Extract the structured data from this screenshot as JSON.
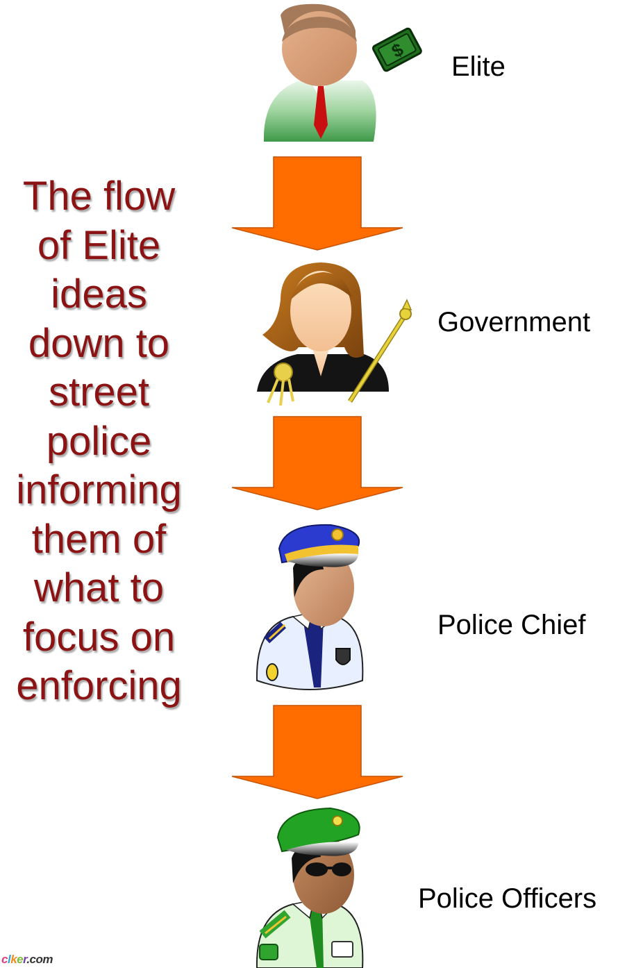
{
  "caption": {
    "lines": [
      "The flow",
      "of Elite",
      "ideas",
      "down to",
      "street",
      "police",
      "informing",
      "them of",
      "what to",
      "focus on",
      "enforcing"
    ],
    "color": "#8b1313"
  },
  "levels": [
    {
      "label": "Elite",
      "icon": "businessman-with-money-icon"
    },
    {
      "label": "Government",
      "icon": "woman-with-scepter-icon"
    },
    {
      "label": "Police Chief",
      "icon": "police-chief-icon"
    },
    {
      "label": "Police Officers",
      "icon": "police-officer-icon"
    }
  ],
  "arrow_color": "#ff6d00",
  "watermark": "clker.com"
}
